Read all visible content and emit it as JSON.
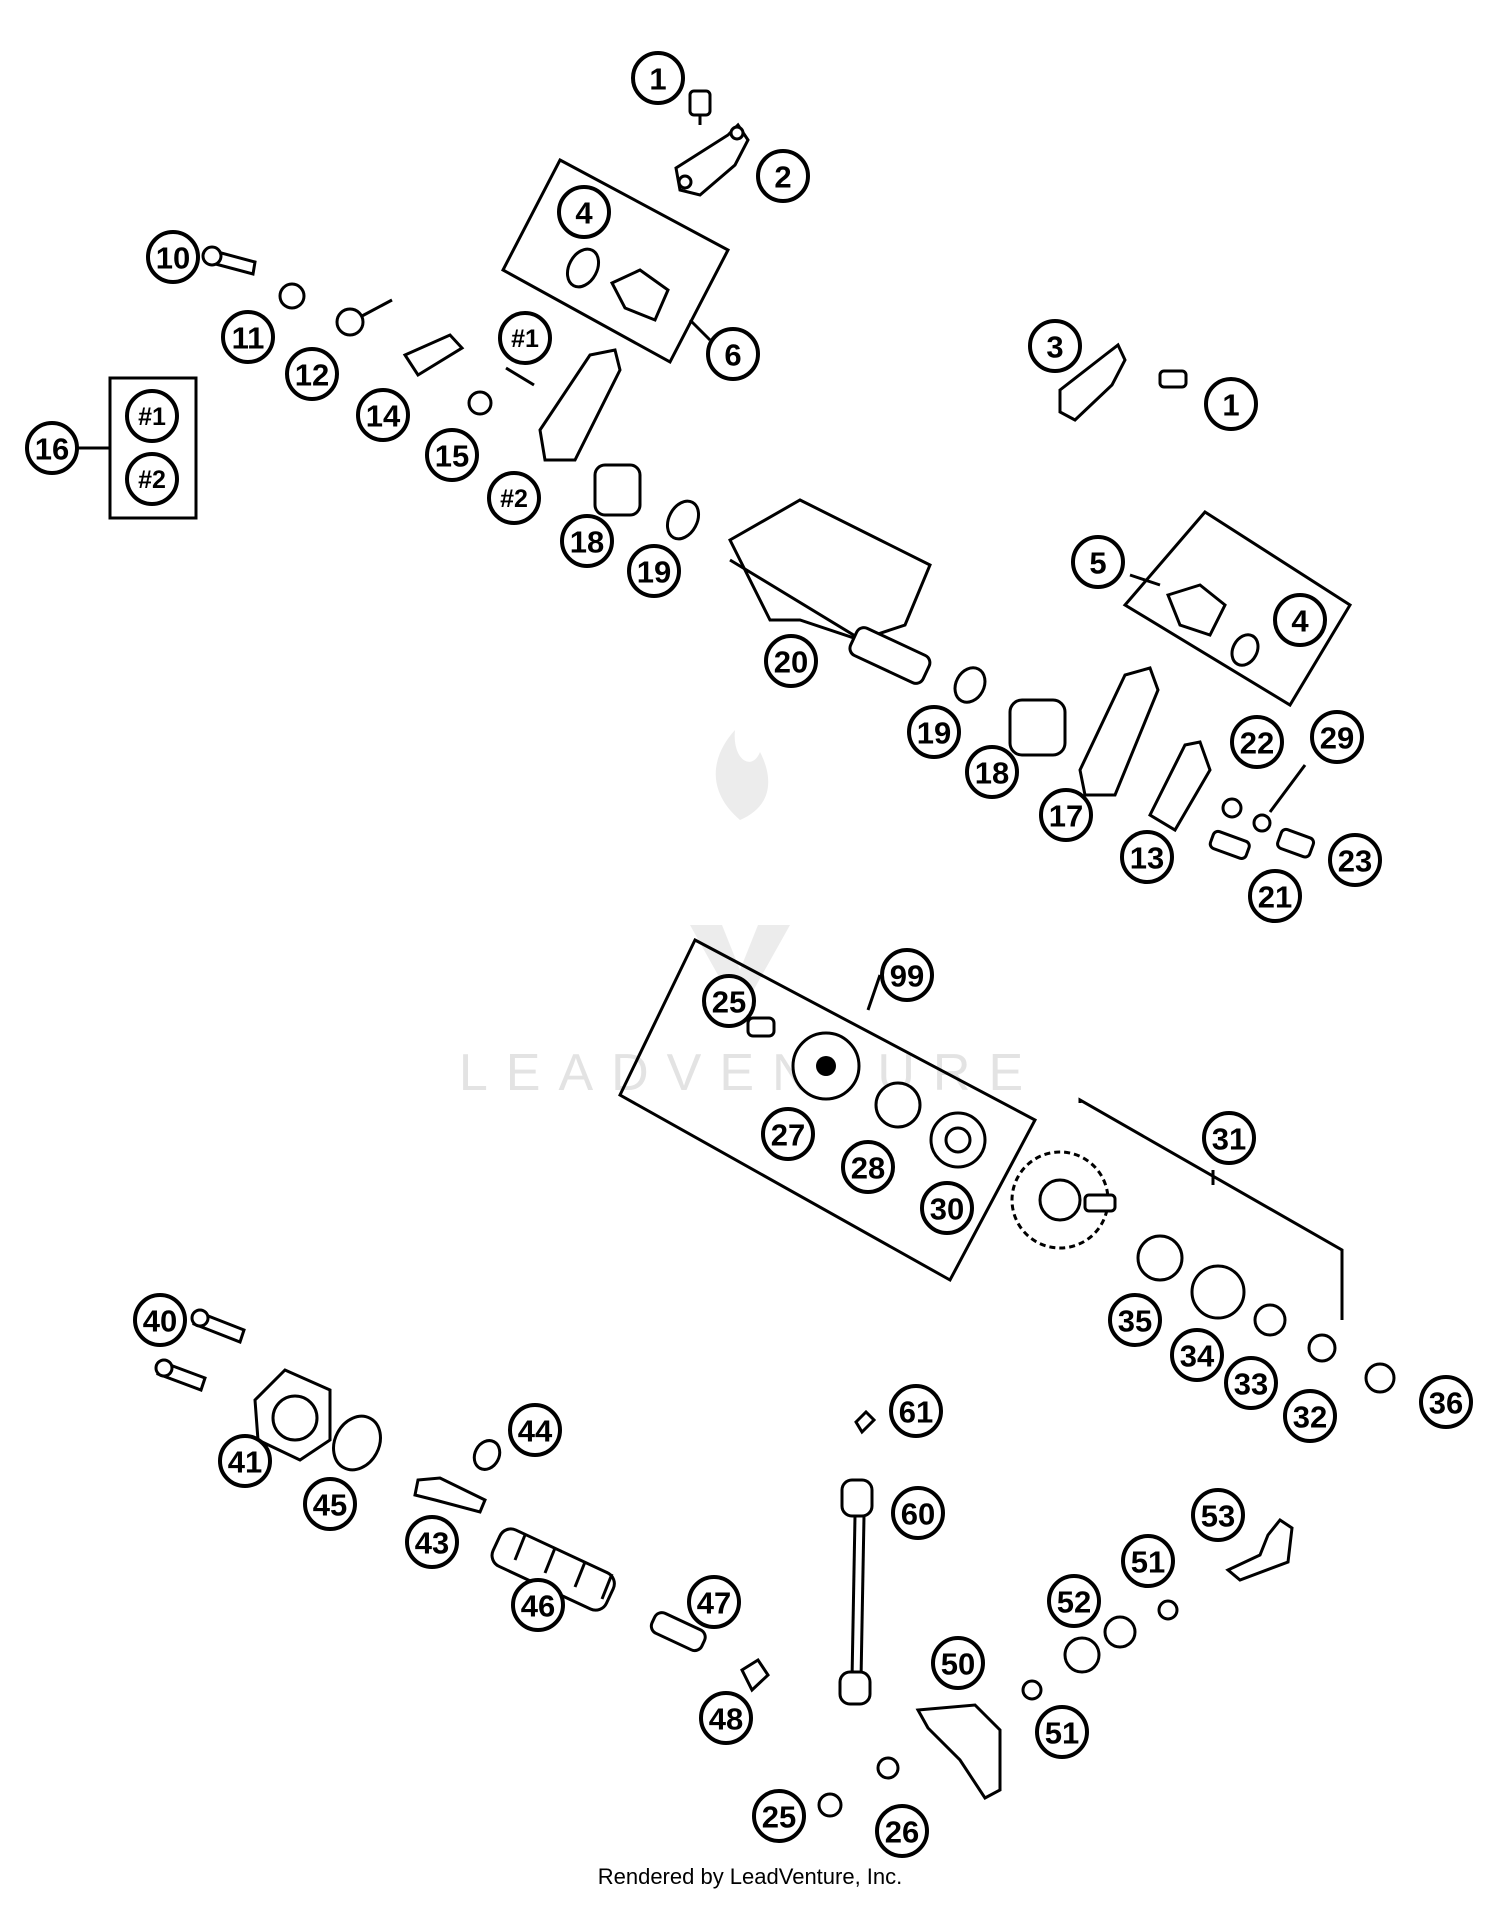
{
  "watermark": {
    "text": "LEADVENTURE"
  },
  "footer": {
    "text": "Rendered by LeadVenture, Inc."
  },
  "callouts": [
    {
      "label": "1"
    },
    {
      "label": "2"
    },
    {
      "label": "4"
    },
    {
      "label": "6"
    },
    {
      "label": "10"
    },
    {
      "label": "11"
    },
    {
      "label": "12"
    },
    {
      "label": "#1"
    },
    {
      "label": "14"
    },
    {
      "label": "15"
    },
    {
      "label": "#2"
    },
    {
      "label": "16"
    },
    {
      "label": "#1"
    },
    {
      "label": "#2"
    },
    {
      "label": "3"
    },
    {
      "label": "1"
    },
    {
      "label": "18"
    },
    {
      "label": "19"
    },
    {
      "label": "20"
    },
    {
      "label": "5"
    },
    {
      "label": "4"
    },
    {
      "label": "19"
    },
    {
      "label": "18"
    },
    {
      "label": "17"
    },
    {
      "label": "22"
    },
    {
      "label": "29"
    },
    {
      "label": "13"
    },
    {
      "label": "23"
    },
    {
      "label": "21"
    },
    {
      "label": "99"
    },
    {
      "label": "25"
    },
    {
      "label": "27"
    },
    {
      "label": "28"
    },
    {
      "label": "30"
    },
    {
      "label": "31"
    },
    {
      "label": "35"
    },
    {
      "label": "34"
    },
    {
      "label": "33"
    },
    {
      "label": "32"
    },
    {
      "label": "36"
    },
    {
      "label": "40"
    },
    {
      "label": "41"
    },
    {
      "label": "45"
    },
    {
      "label": "44"
    },
    {
      "label": "43"
    },
    {
      "label": "46"
    },
    {
      "label": "47"
    },
    {
      "label": "48"
    },
    {
      "label": "61"
    },
    {
      "label": "60"
    },
    {
      "label": "53"
    },
    {
      "label": "51"
    },
    {
      "label": "52"
    },
    {
      "label": "50"
    },
    {
      "label": "51"
    },
    {
      "label": "25"
    },
    {
      "label": "26"
    }
  ]
}
